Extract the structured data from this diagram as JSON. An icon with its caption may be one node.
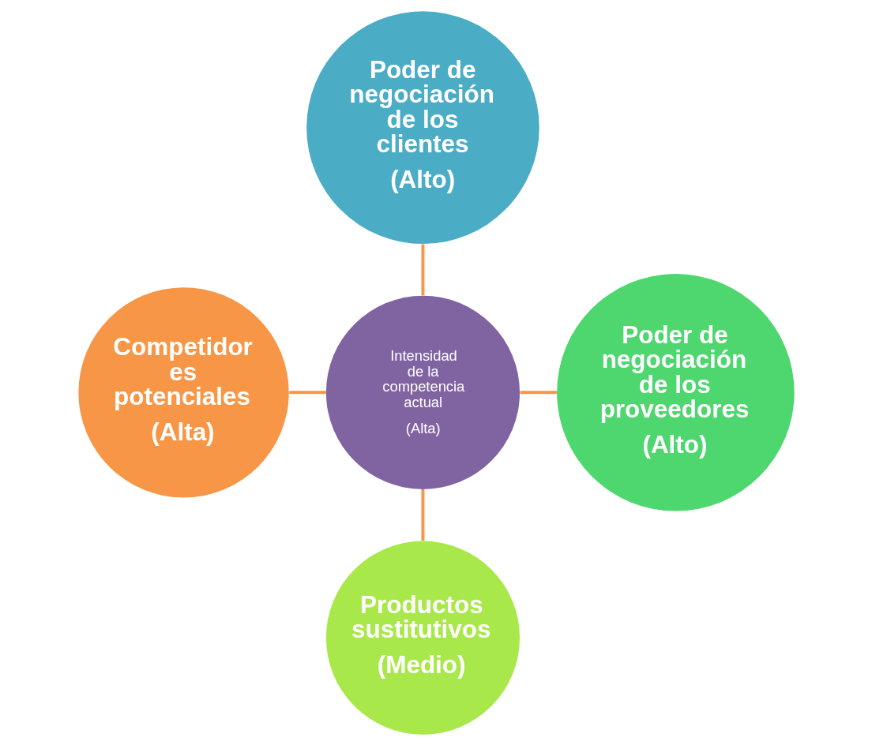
{
  "diagram": {
    "nodes": [
      {
        "text": [
          "Intensidad de la competencia actual",
          "(Alta)"
        ]
      },
      {
        "text": [
          "Poder de negociación de los proveedores",
          "(Alto)"
        ]
      },
      {
        "text": [
          "Competidor es potenciales",
          "(Alta)"
        ]
      },
      {
        "text": [
          "Poder de negociación de los clientes",
          "(Alto)"
        ]
      },
      {
        "text": [
          "Productos sustitutivos",
          "(Medio)"
        ]
      }
    ],
    "edges": [
      {
        "from": 3,
        "to": 0,
        "arrow": "none"
      },
      {
        "from": 2,
        "to": 0,
        "arrow": "none"
      },
      {
        "from": 0,
        "to": 1,
        "arrow": "none"
      },
      {
        "from": 0,
        "to": 4,
        "arrow": "none"
      }
    ]
  }
}
